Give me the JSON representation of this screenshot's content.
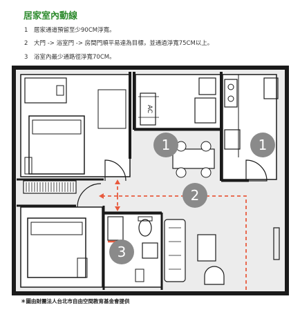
{
  "title": "居家室內動線",
  "notes": [
    {
      "num": "1",
      "text": "居家通道預留至少90CM淨寬。"
    },
    {
      "num": "2",
      "text": "大門 -> 浴室門 -> 房間門順平易達為目標，並通過淨寬75CM以上。"
    },
    {
      "num": "3",
      "text": "浴室內最少通路徑淨寬70CM。"
    }
  ],
  "ac_label": "AC",
  "badges": [
    "1",
    "1",
    "2",
    "3"
  ],
  "footer": "＊圖由財團法人台北市自由空間教育基金會提供",
  "colors": {
    "title": "#2e8b2e",
    "path": "#e8593c",
    "badge": "#8a8a8a",
    "wall": "#1a1a1a",
    "floor": "#e9e9e9"
  }
}
